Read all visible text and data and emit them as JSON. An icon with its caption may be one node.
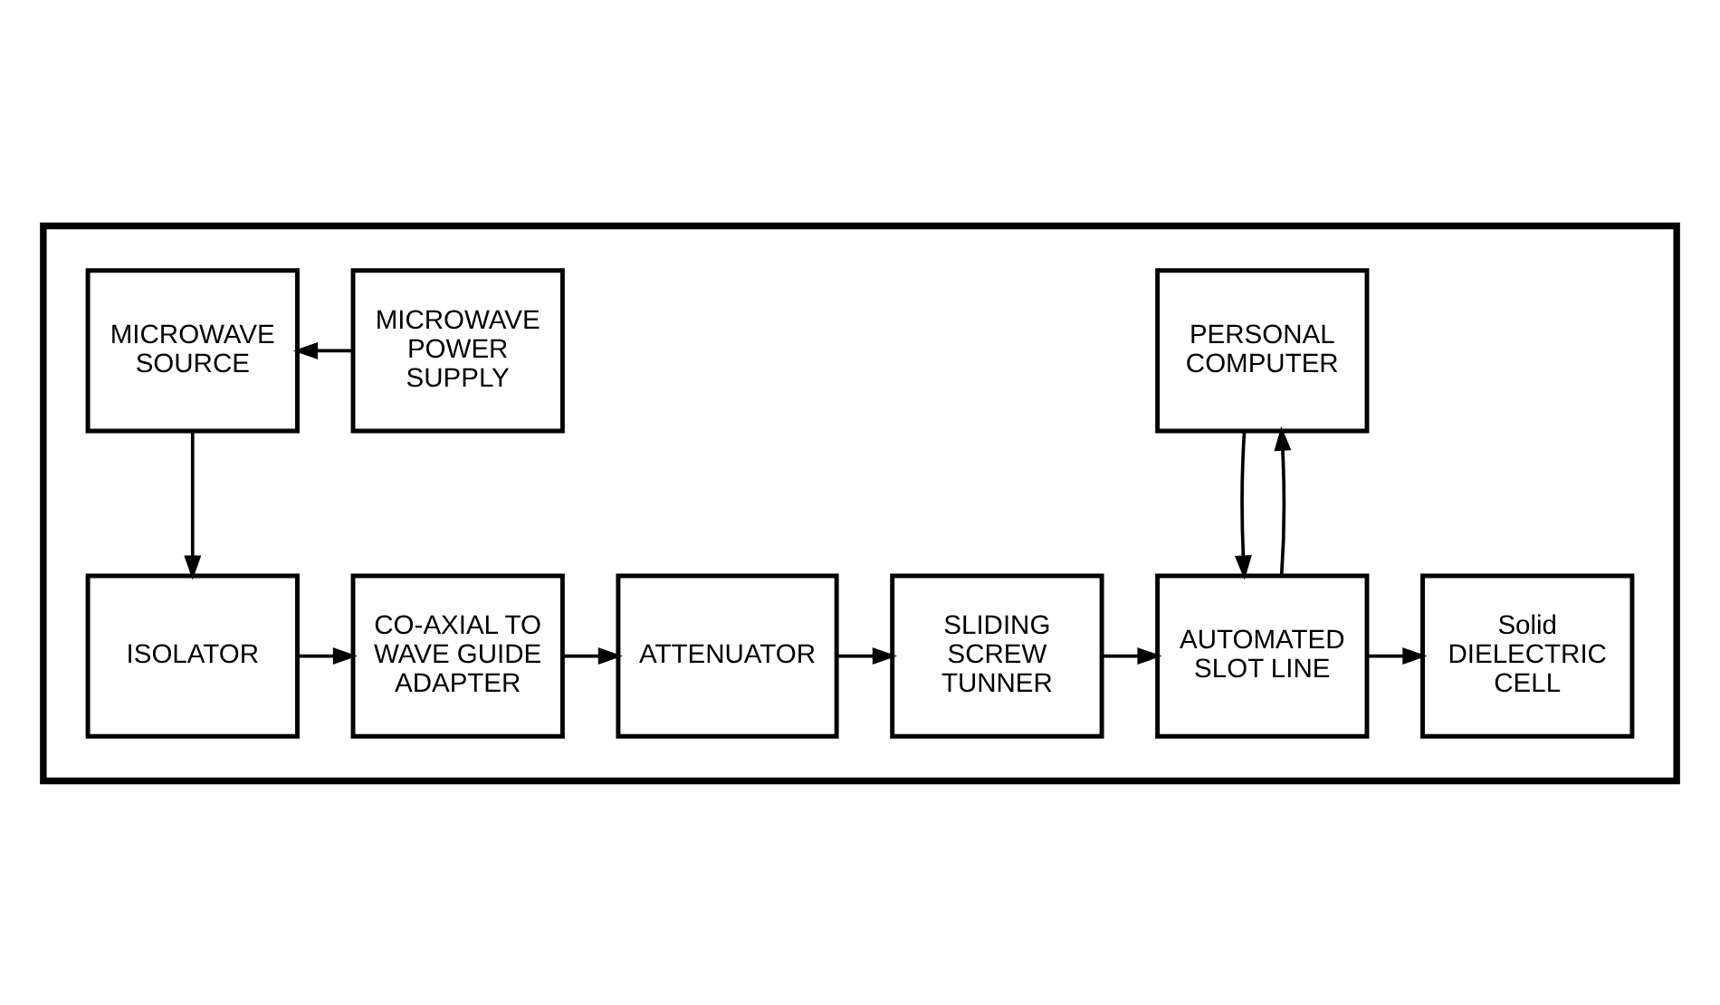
{
  "diagram": {
    "nodes": [
      {
        "text": [],
        "shape": "box"
      },
      {
        "text": [
          "MICROWAVE SOURCE"
        ],
        "in": 0
      },
      {
        "text": [
          "MICROWAVE POWER SUPPLY"
        ],
        "in": 0
      },
      {
        "text": [
          "PERSONAL COMPUTER"
        ],
        "in": 0
      },
      {
        "text": [
          "ISOLATOR"
        ],
        "in": 0
      },
      {
        "text": [
          "CO-AXIAL TO WAVE GUIDE ADAPTER"
        ],
        "in": 0
      },
      {
        "text": [
          "ATTENUATOR"
        ],
        "in": 0
      },
      {
        "text": [
          "SLIDING SCREW TUNNER"
        ],
        "in": 0
      },
      {
        "text": [
          "AUTOMATED SLOT LINE"
        ],
        "in": 0
      },
      {
        "text": [
          "Solid DIELECTRIC CELL"
        ],
        "in": 0
      }
    ],
    "edges": [
      {
        "from": 2,
        "to": 1,
        "arrow": "to"
      },
      {
        "from": 1,
        "to": 4,
        "arrow": "to"
      },
      {
        "from": 4,
        "to": 5,
        "arrow": "to"
      },
      {
        "from": 5,
        "to": 6,
        "arrow": "to"
      },
      {
        "from": 6,
        "to": 7,
        "arrow": "to"
      },
      {
        "from": 7,
        "to": 8,
        "arrow": "to"
      },
      {
        "from": 8,
        "to": 9,
        "arrow": "to"
      },
      {
        "from": 3,
        "to": 8,
        "arrow": "to"
      },
      {
        "from": 8,
        "to": 3,
        "arrow": "to"
      }
    ]
  }
}
